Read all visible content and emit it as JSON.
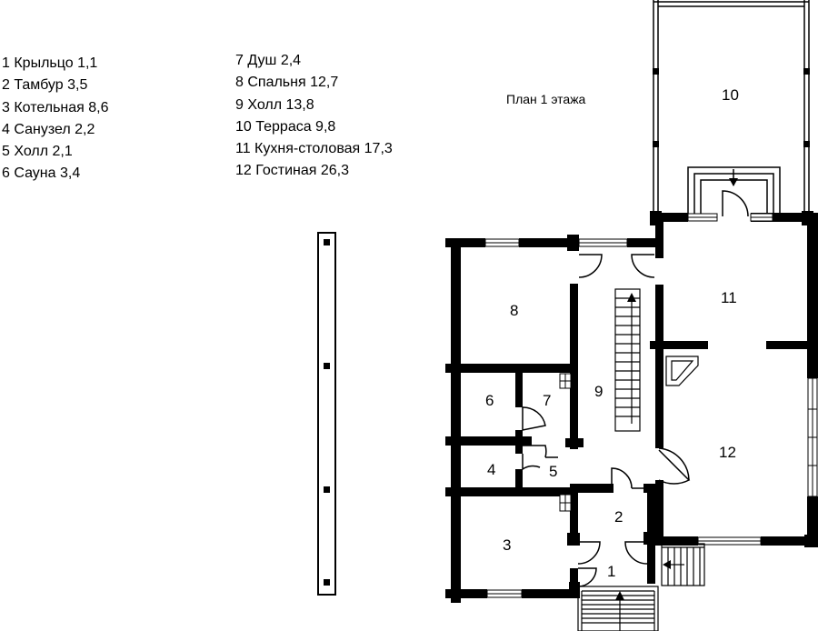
{
  "legend_left": [
    "1 Крыльцо 1,1",
    "2 Тамбур 3,5",
    "3 Котельная 8,6",
    "4 Санузел 2,2",
    "5 Холл 2,1",
    "6 Сауна 3,4"
  ],
  "legend_right": [
    "7 Душ 2,4",
    "8 Спальня 12,7",
    "9 Холл 13,8",
    "10 Терраса  9,8",
    "11 Кухня-столовая 17,3",
    "12 Гостиная 26,3"
  ],
  "plan_title": "План 1 этажа",
  "room_numbers": {
    "r1": "1",
    "r2": "2",
    "r3": "3",
    "r4": "4",
    "r5": "5",
    "r6": "6",
    "r7": "7",
    "r8": "8",
    "r9": "9",
    "r10": "10",
    "r11": "11",
    "r12": "12"
  },
  "colors": {
    "wall": "#000000",
    "background": "#ffffff"
  }
}
